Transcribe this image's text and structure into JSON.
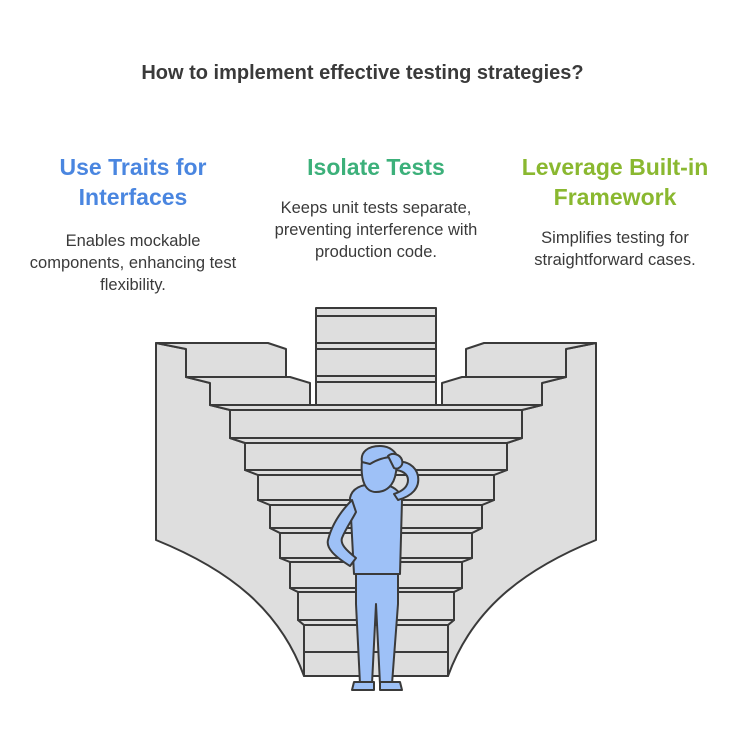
{
  "title": "How to implement effective testing strategies?",
  "strategies": [
    {
      "heading": "Use Traits for Interfaces",
      "description": "Enables mockable components, enhancing test flexibility.",
      "color": "#4a86e0"
    },
    {
      "heading": "Isolate Tests",
      "description": "Keeps unit tests separate, preventing interference with production code.",
      "color": "#3cb07a"
    },
    {
      "heading": "Leverage Built-in Framework",
      "description": "Simplifies testing for straightforward cases.",
      "color": "#8ab830"
    }
  ],
  "colors": {
    "stairs": "#dedede",
    "stroke": "#3a3a3a",
    "person": "#9ec1f7"
  }
}
